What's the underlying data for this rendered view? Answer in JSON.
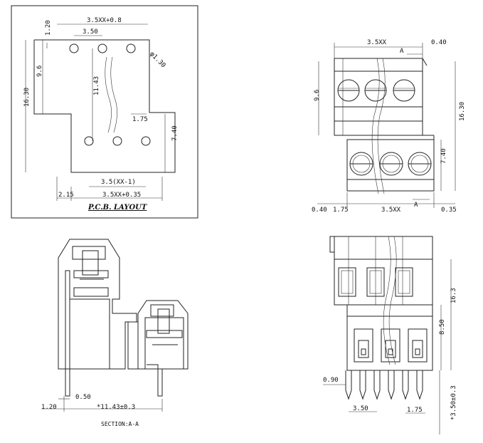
{
  "pcb_layout": {
    "caption": "P.C.B. LAYOUT",
    "dims": {
      "overall_width": "3.5XX+0.8",
      "pitch": "3.50",
      "top_offset": "1.20",
      "hole_dia": "φ1.30",
      "height_left": "16.30",
      "height_inner": "9.6",
      "center_height": "11.43",
      "step": "1.75",
      "right_height": "7.40",
      "bottom_inner": "3.5(XX-1)",
      "bottom_left": "2.15",
      "bottom_overall": "3.5XX+0.35"
    }
  },
  "top_view": {
    "dims": {
      "width": "3.5XX",
      "right_offset": "0.40",
      "section_mark": "A",
      "height_left": "9.6",
      "height_right": "16.30",
      "lower_height": "7.40",
      "bottom_left": "0.40",
      "bottom_step": "1.75",
      "bottom_width": "3.5XX",
      "bottom_right": "0.35"
    }
  },
  "section_view": {
    "caption": "SECTION:A-A",
    "dims": {
      "pin": "0.50",
      "left": "1.20",
      "length": "*11.43±0.3"
    }
  },
  "front_view": {
    "dims": {
      "height": "16.3",
      "mid": "8.50",
      "pin_w": "0.90",
      "pitch": "3.50",
      "offset": "1.75",
      "pin_len": "*3.50±0.3"
    }
  }
}
